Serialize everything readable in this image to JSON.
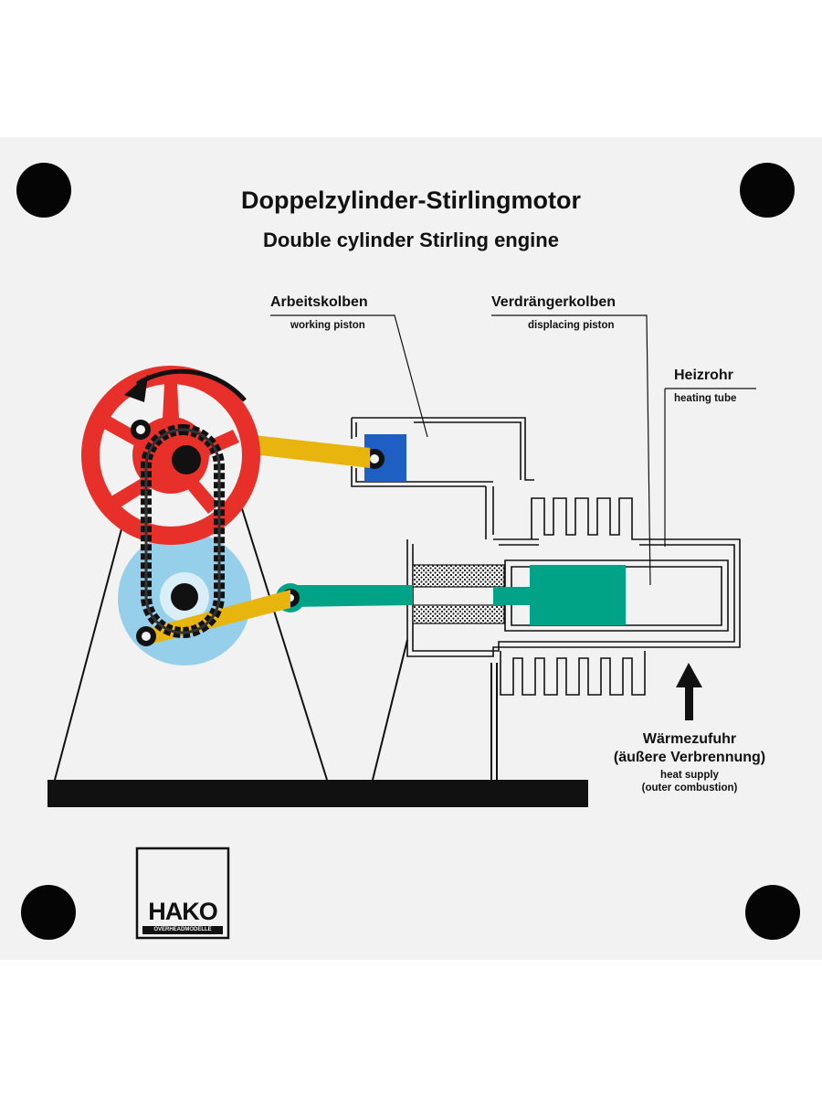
{
  "title": "Doppelzylinder-Stirlingmotor",
  "subtitle": "Double cylinder Stirling engine",
  "labels": {
    "working_piston_de": "Arbeitskolben",
    "working_piston_en": "working piston",
    "displacing_piston_de": "Verdrängerkolben",
    "displacing_piston_en": "displacing piston",
    "heating_tube_de": "Heizrohr",
    "heating_tube_en": "heating tube",
    "heat_supply_de_1": "Wärmezufuhr",
    "heat_supply_de_2": "(äußere Verbrennung)",
    "heat_supply_en_1": "heat supply",
    "heat_supply_en_2": "(outer combustion)"
  },
  "logo": {
    "text": "HAKO",
    "subtext": "OVERHEADMODELLE"
  },
  "colors": {
    "board": "#f2f2f2",
    "flywheel": "#e8302a",
    "working_piston": "#1f5fc4",
    "displacer": "#00a386",
    "connecting_rod_yellow": "#e8b40e",
    "crank_disc": "#8ccbe8",
    "ink": "#111111"
  }
}
